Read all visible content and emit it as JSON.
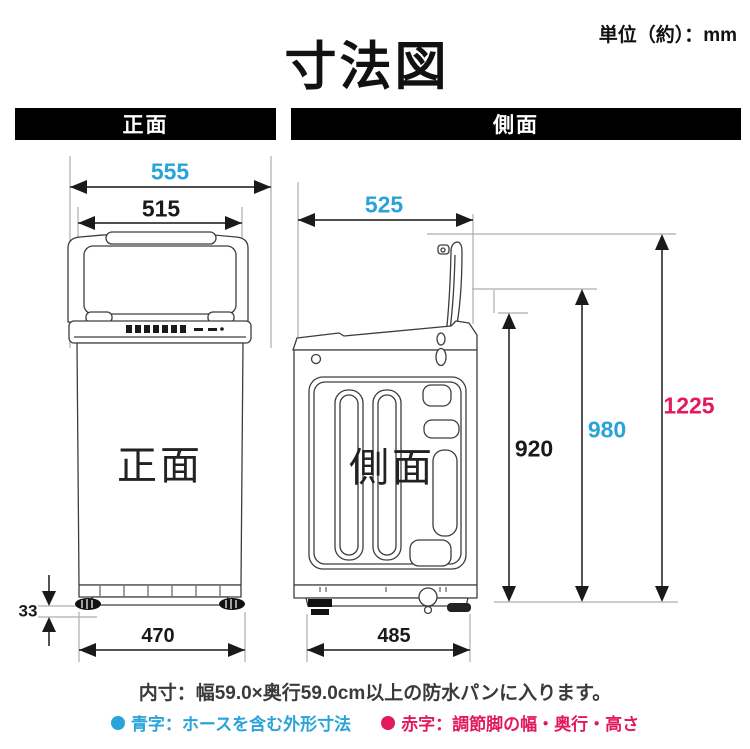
{
  "header": {
    "title": "寸法図",
    "unit_label": "単位（約）：mm"
  },
  "colors": {
    "blue_dimension": "#29A3D9",
    "red_dimension": "#E3195F",
    "black_dimension": "#1a1a1a",
    "extension_line": "#ADADAD",
    "panel_header_bg": "#000000",
    "panel_header_text": "#FFFFFF"
  },
  "panels": {
    "front": {
      "header": "正面",
      "body_label": "正面",
      "dimensions": {
        "outer_width": "555",
        "body_width": "515",
        "foot_height": "33",
        "feet_width": "470"
      }
    },
    "side": {
      "header": "側面",
      "body_label": "側面",
      "dimensions": {
        "outer_depth": "525",
        "body_height": "920",
        "outer_height": "980",
        "lid_open_height": "1225",
        "feet_depth": "485"
      }
    }
  },
  "footer": {
    "note": "内寸：幅59.0×奥行59.0cm以上の防水パンに入ります。",
    "legend": [
      {
        "color": "#29A3D9",
        "label": "青字：ホースを含む外形寸法"
      },
      {
        "color": "#E3195F",
        "label": "赤字：調節脚の幅・奥行・高さ"
      }
    ]
  }
}
